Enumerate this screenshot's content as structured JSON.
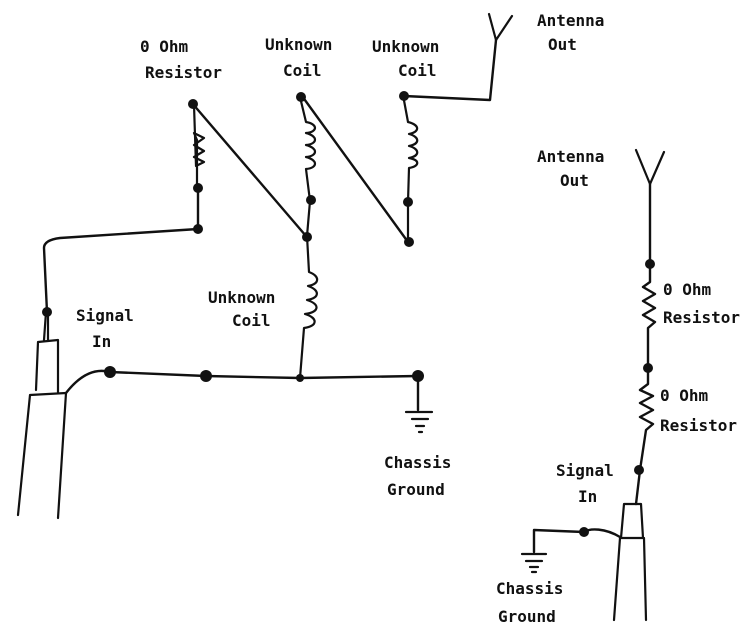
{
  "colors": {
    "ink": "#111111",
    "background": "#ffffff"
  },
  "left_circuit": {
    "resistor_label": [
      "0 Ohm",
      "Resistor"
    ],
    "coil_1_label": [
      "Unknown",
      "Coil"
    ],
    "coil_2_label": [
      "Unknown",
      "Coil"
    ],
    "antenna_label": [
      "Antenna",
      "Out"
    ],
    "coil_3_label": [
      "Unknown",
      "Coil"
    ],
    "signal_label": [
      "Signal",
      "In"
    ],
    "ground_label": [
      "Chassis",
      "Ground"
    ]
  },
  "right_circuit": {
    "antenna_label": [
      "Antenna",
      "Out"
    ],
    "resistor_1_label": [
      "0 Ohm",
      "Resistor"
    ],
    "resistor_2_label": [
      "0 Ohm",
      "Resistor"
    ],
    "signal_label": [
      "Signal",
      "In"
    ],
    "ground_label": [
      "Chassis",
      "Ground"
    ]
  }
}
